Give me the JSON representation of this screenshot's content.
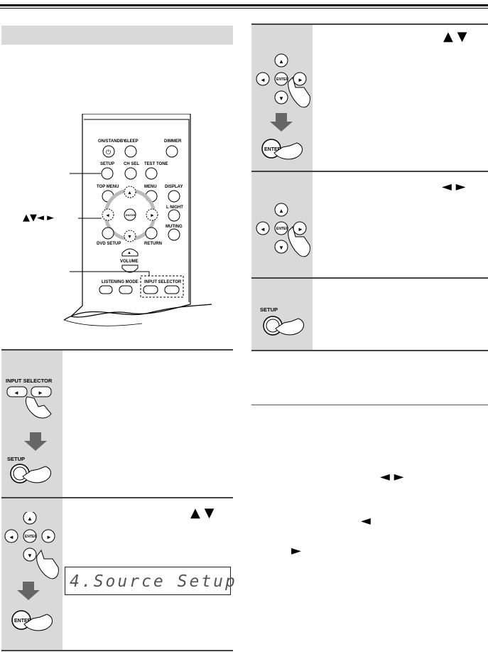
{
  "display": {
    "lcd_text": "4.Source Setup"
  },
  "callout": {
    "arrows_label": "▲▼◄ ►"
  },
  "remote": {
    "on_standby": "ON/STANDBY",
    "sleep": "SLEEP",
    "dimmer": "DIMMER",
    "setup": "SETUP",
    "ch_sel": "CH SEL",
    "test_tone": "TEST TONE",
    "top_menu": "TOP MENU",
    "menu": "MENU",
    "display": "DISPLAY",
    "l_night": "L NIGHT",
    "muting": "MUTING",
    "dvd_setup": "DVD SETUP",
    "return": "RETURN",
    "volume": "VOLUME",
    "listening_mode": "LISTENING MODE",
    "input_selector": "INPUT SELECTOR",
    "enter": "ENTER"
  },
  "steps": {
    "input_selector_label": "INPUT SELECTOR",
    "setup_label": "SETUP",
    "enter_label": "ENTER"
  },
  "text_arrows": {
    "up_down": "▲  ▼",
    "left_right": "◄  ►",
    "left": "◄",
    "right": "►"
  }
}
